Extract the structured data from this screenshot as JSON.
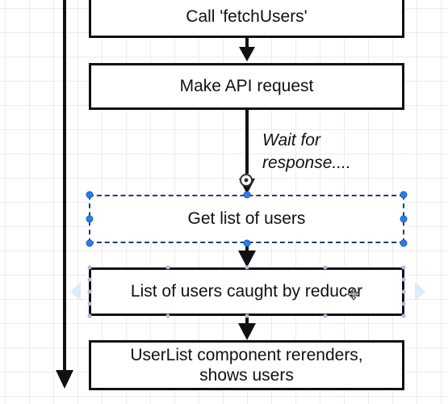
{
  "nodes": {
    "call_fetch_users": "Call 'fetchUsers'",
    "make_api_request": "Make API request",
    "get_list_of_users": "Get list of users",
    "caught_by_reducer": "List of users caught by reducer",
    "userlist_rerenders": "UserList component rerenders,\nshows users"
  },
  "edge_labels": {
    "wait_for_response": "Wait for\nresponse...."
  },
  "colors": {
    "stroke": "#111111",
    "selection": "#2b7de9",
    "grid": "#ececec",
    "hover_arrow": "#dcecf9"
  },
  "icons": {
    "selected": "selection-handle-icon",
    "drag": "move-cursor-icon",
    "connect": "connection-point-icon"
  }
}
